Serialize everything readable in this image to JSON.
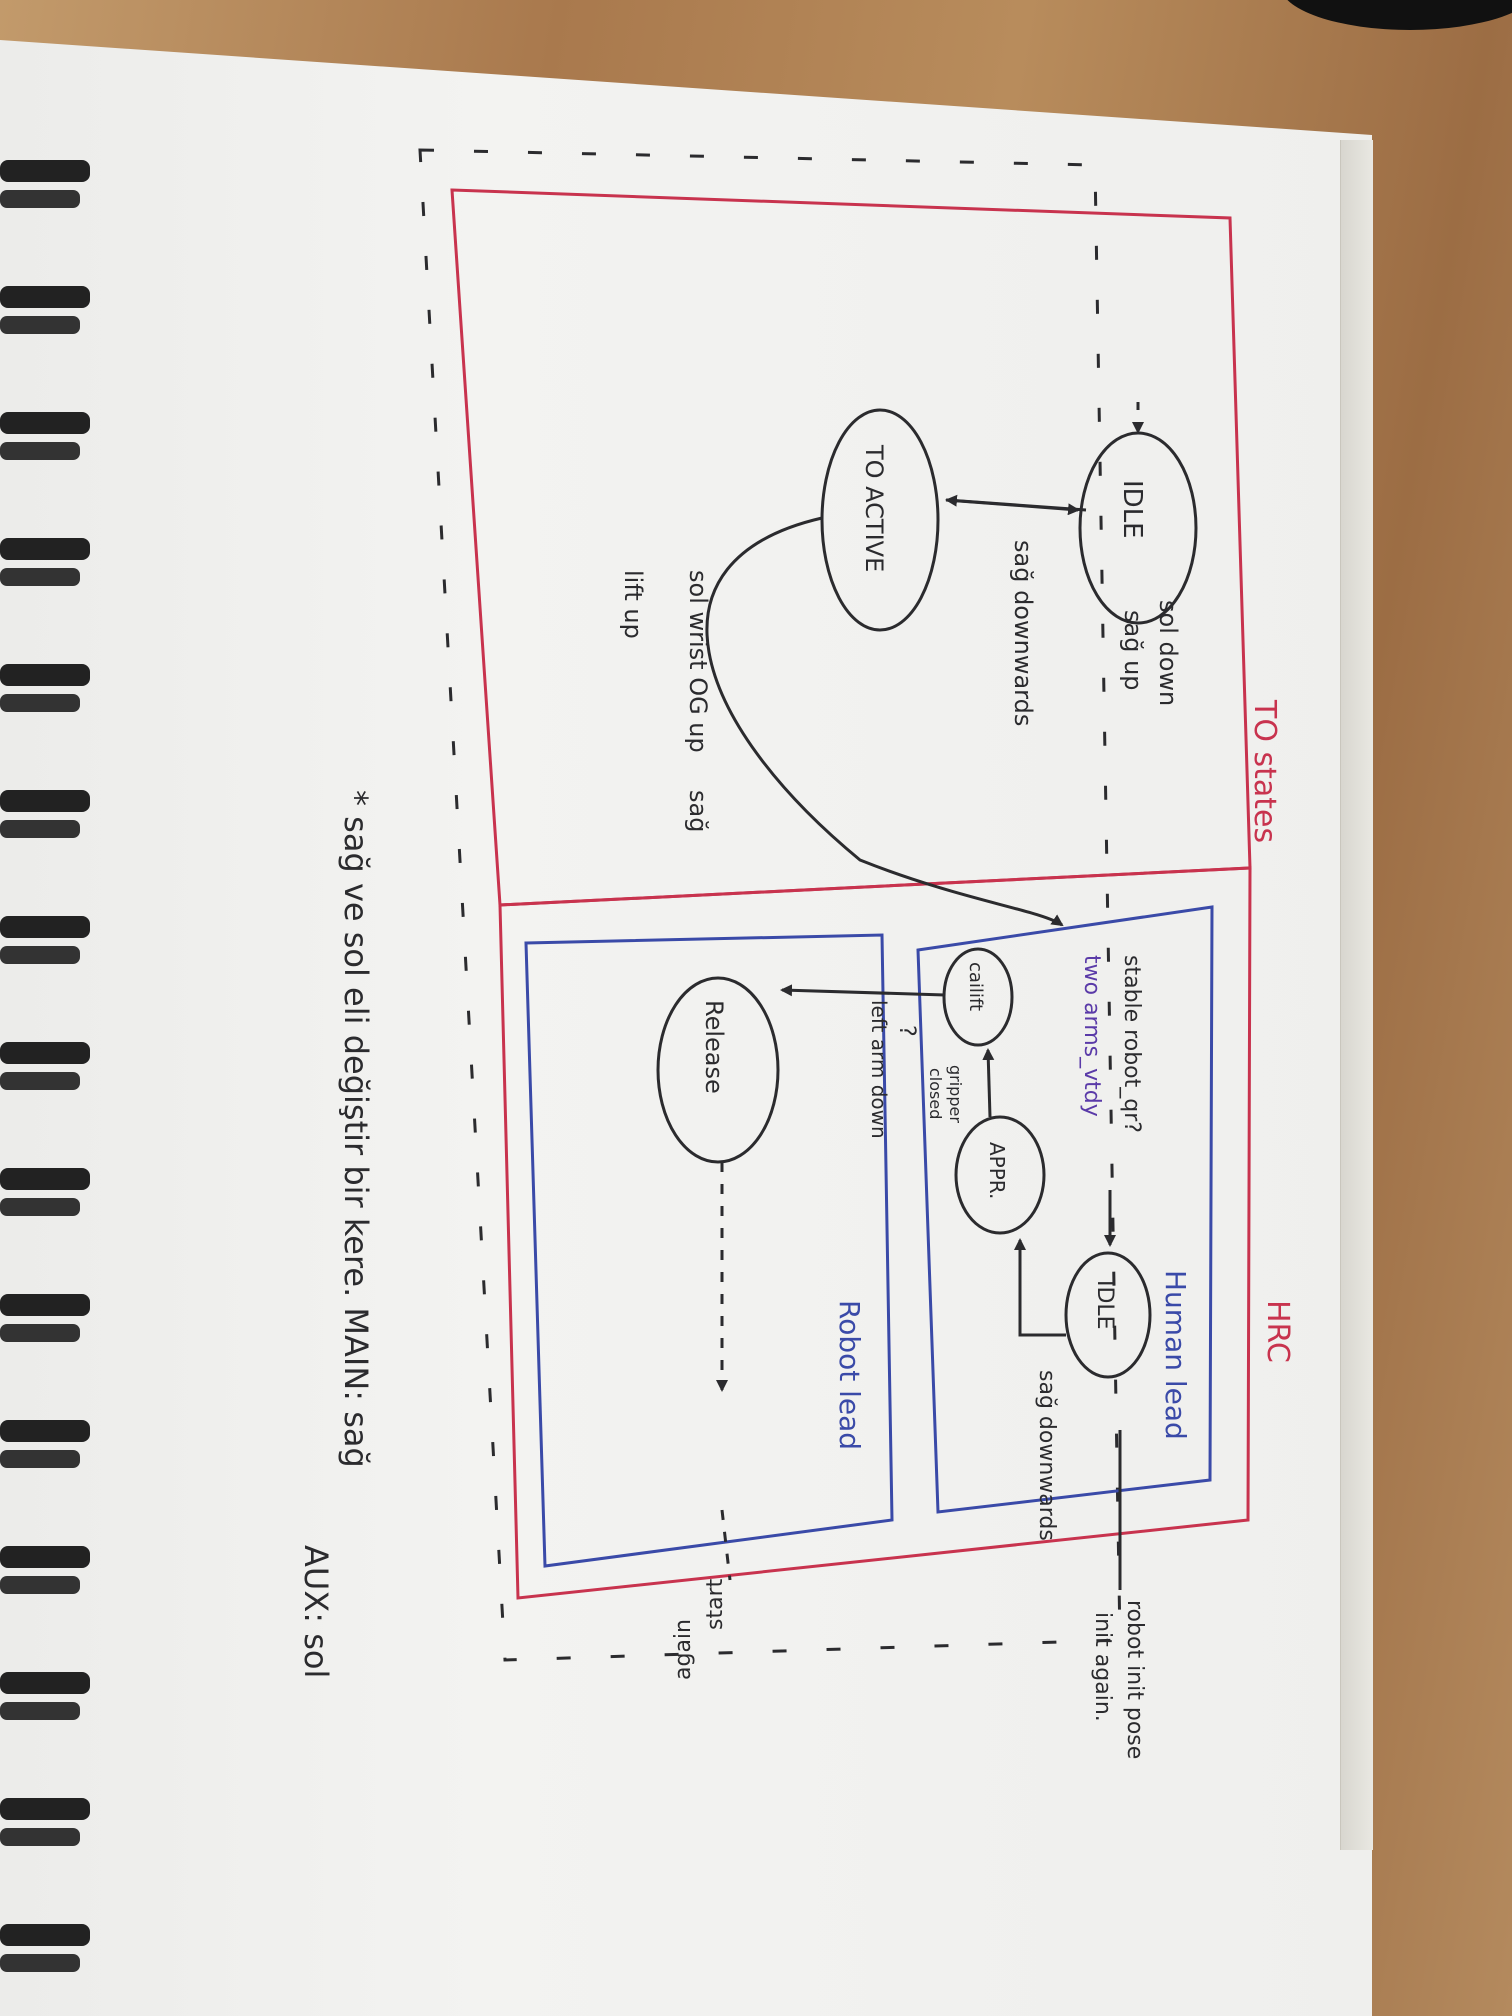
{
  "frames": {
    "to_states_label": "TO states",
    "hrc_label": "HRC",
    "human_lead_label": "Human lead",
    "robot_lead_label": "Robot lead"
  },
  "states": {
    "idle_top": "IDLE",
    "to_active": "TO ACTIVE",
    "idle_human": "IDLE",
    "appr": "APPR.",
    "cailift": "cailift",
    "release": "Release"
  },
  "transitions": {
    "idle_up_line1": "sol down",
    "idle_up_line2": "sağ up",
    "sag_downwards": "sağ downwards",
    "sol_wrist_line1": "sol wrist OG up",
    "sol_wrist_line2": "lift up",
    "sag_small": "sağ",
    "stable_robot": "stable robot_qr?",
    "two_arms": "two arms_vtdy",
    "gripper_line1": "gripper",
    "gripper_line2": "closed",
    "left_arm_down": "left arm down",
    "question_mark": "?",
    "sag_downwards_human": "sağ downwards",
    "robot_init_line1": "robot init pose",
    "robot_init_line2": "init again.",
    "start_again_line1": "start",
    "start_again_line2": "again"
  },
  "footnote": {
    "line1": "* sağ ve sol eli değiştir bir kere. MAIN: sağ",
    "line2": "AUX: sol"
  },
  "colors": {
    "red_frame": "#c8334e",
    "blue_frame": "#3a4aa8",
    "ink": "#2b2b2e"
  }
}
